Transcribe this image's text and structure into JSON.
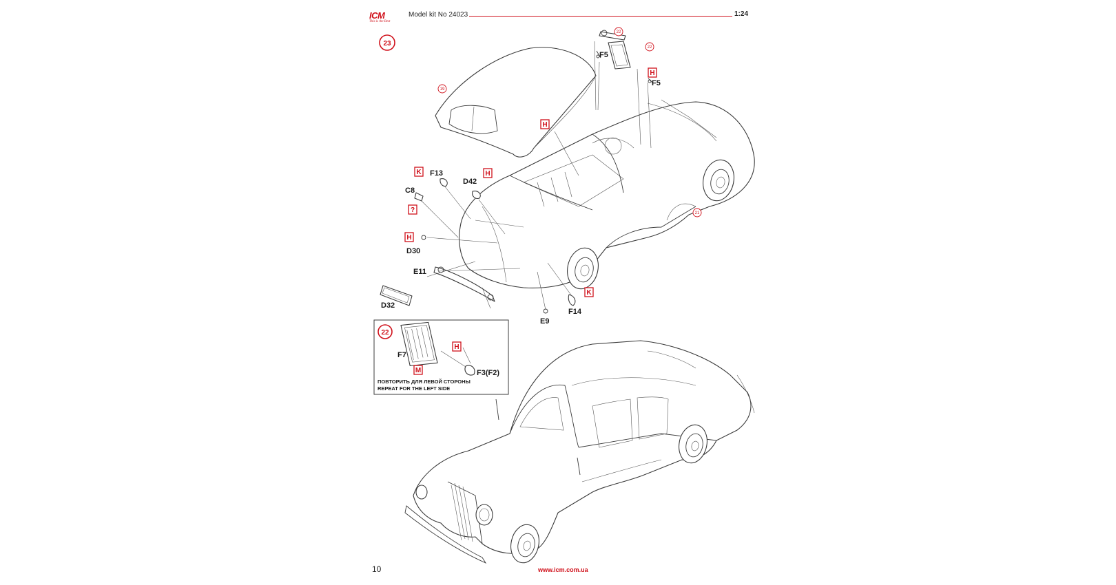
{
  "header": {
    "logo_text": "ICM",
    "logo_tagline": "This is the Best",
    "kit_title": "Model kit No 24023",
    "scale": "1:24"
  },
  "step": {
    "number": "23"
  },
  "sub_step": {
    "number": "22",
    "note_ru": "ПОВТОРИТЬ ДЛЯ ЛЕВОЙ СТОРОНЫ",
    "note_en": "REPEAT FOR THE LEFT SIDE",
    "parts": {
      "f7": "F7",
      "f3": "F3(F2)"
    },
    "callouts": {
      "h": "H",
      "m": "M"
    }
  },
  "parts": {
    "f5_left": "F5",
    "f5_right": "F5",
    "f13": "F13",
    "c8": "C8",
    "d42": "D42",
    "d30": "D30",
    "e11": "E11",
    "d32": "D32",
    "e9": "E9",
    "f14": "F14"
  },
  "callouts": {
    "h_top": "H",
    "h_interior": "H",
    "k_f13": "K",
    "h_d42": "H",
    "q_c8": "?",
    "h_d30": "H",
    "k_f14": "K"
  },
  "refs": {
    "ref_19": "19",
    "ref_21": "21",
    "ref_22a": "22",
    "ref_22b": "22"
  },
  "footer": {
    "page_number": "10",
    "url": "www.icm.com.ua"
  }
}
